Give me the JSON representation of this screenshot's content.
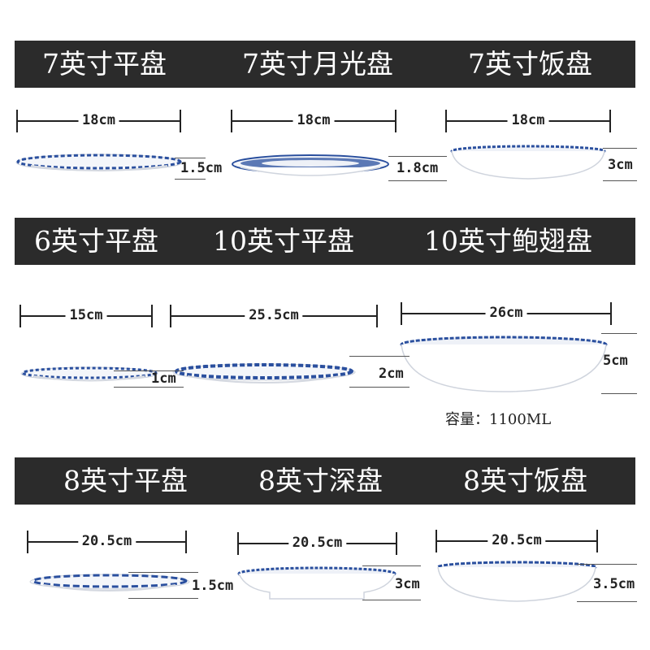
{
  "rows": [
    {
      "items": [
        {
          "title": "7英寸平盘",
          "width": "18cm",
          "height": "1.5cm",
          "shape": "flat"
        },
        {
          "title": "7英寸月光盘",
          "width": "18cm",
          "height": "1.8cm",
          "shape": "flat-rim"
        },
        {
          "title": "7英寸饭盘",
          "width": "18cm",
          "height": "3cm",
          "shape": "bowl"
        }
      ]
    },
    {
      "items": [
        {
          "title": "6英寸平盘",
          "width": "15cm",
          "height": "1cm",
          "shape": "flat"
        },
        {
          "title": "10英寸平盘",
          "width": "25.5cm",
          "height": "2cm",
          "shape": "flat"
        },
        {
          "title": "10英寸鲍翅盘",
          "width": "26cm",
          "height": "5cm",
          "shape": "deep-bowl"
        }
      ],
      "capacity": "容量：1100ML"
    },
    {
      "items": [
        {
          "title": "8英寸平盘",
          "width": "20.5cm",
          "height": "1.5cm",
          "shape": "flat"
        },
        {
          "title": "8英寸深盘",
          "width": "20.5cm",
          "height": "3cm",
          "shape": "deep"
        },
        {
          "title": "8英寸饭盘",
          "width": "20.5cm",
          "height": "3.5cm",
          "shape": "bowl"
        }
      ]
    }
  ],
  "colors": {
    "bar": "#2b2b2b",
    "pattern": "#2a4f9e",
    "porcelain": "#ffffff"
  }
}
